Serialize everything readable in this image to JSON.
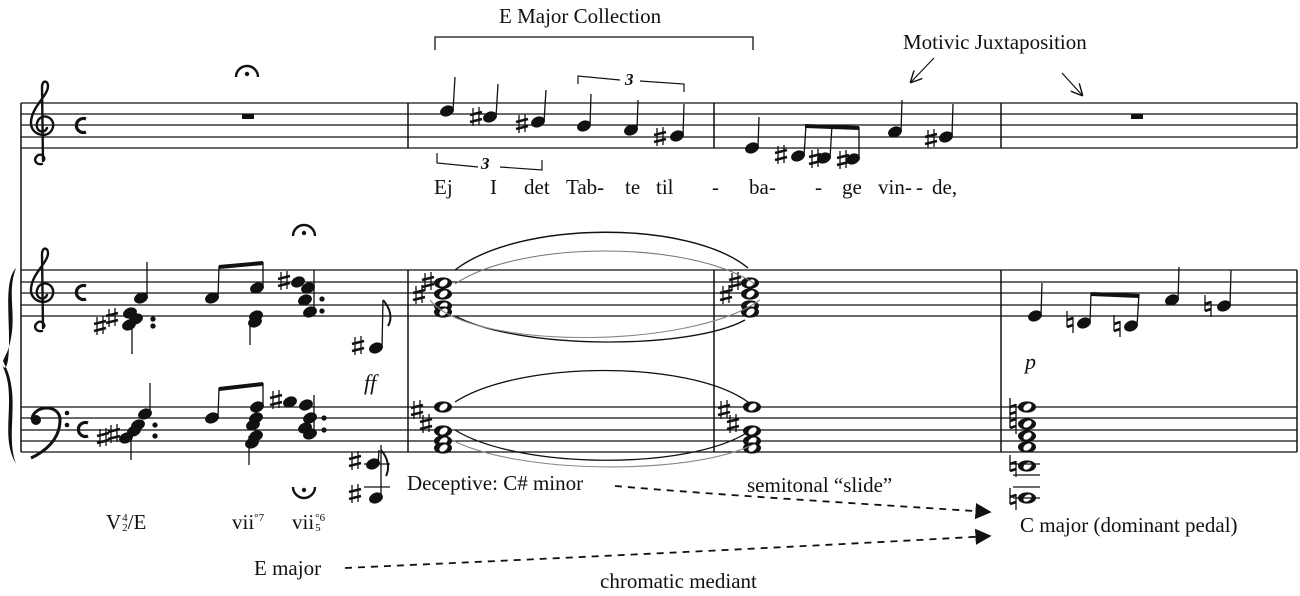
{
  "annotations": {
    "e_major_collection": "E Major Collection",
    "motivic_juxtaposition": "Motivic Juxtaposition",
    "deceptive": "Deceptive: C# minor",
    "semitonal_slide": "semitonal “slide”",
    "c_major": "C major (dominant pedal)",
    "e_major": "E major",
    "chromatic_mediant": "chromatic mediant"
  },
  "lyrics": [
    "Ej",
    "I",
    "det",
    "Tab-",
    "te",
    "til",
    "-",
    "ba-",
    "-",
    "ge",
    "vin-",
    "-",
    "de,"
  ],
  "tuplets": [
    "3",
    "3"
  ],
  "dynamics": {
    "ff": "ff",
    "p": "p"
  },
  "roman_numerals": {
    "v": {
      "base": "V",
      "sup": "4",
      "sub": "2",
      "tail": "/E"
    },
    "vii7": {
      "base": "vii",
      "sup": "°7"
    },
    "vii65": {
      "base": "vii",
      "sup": "°6",
      "sub": "5"
    }
  },
  "icons": [
    "treble-clef-icon",
    "bass-clef-icon",
    "fermata-icon",
    "brace-icon",
    "arrow-icon"
  ]
}
